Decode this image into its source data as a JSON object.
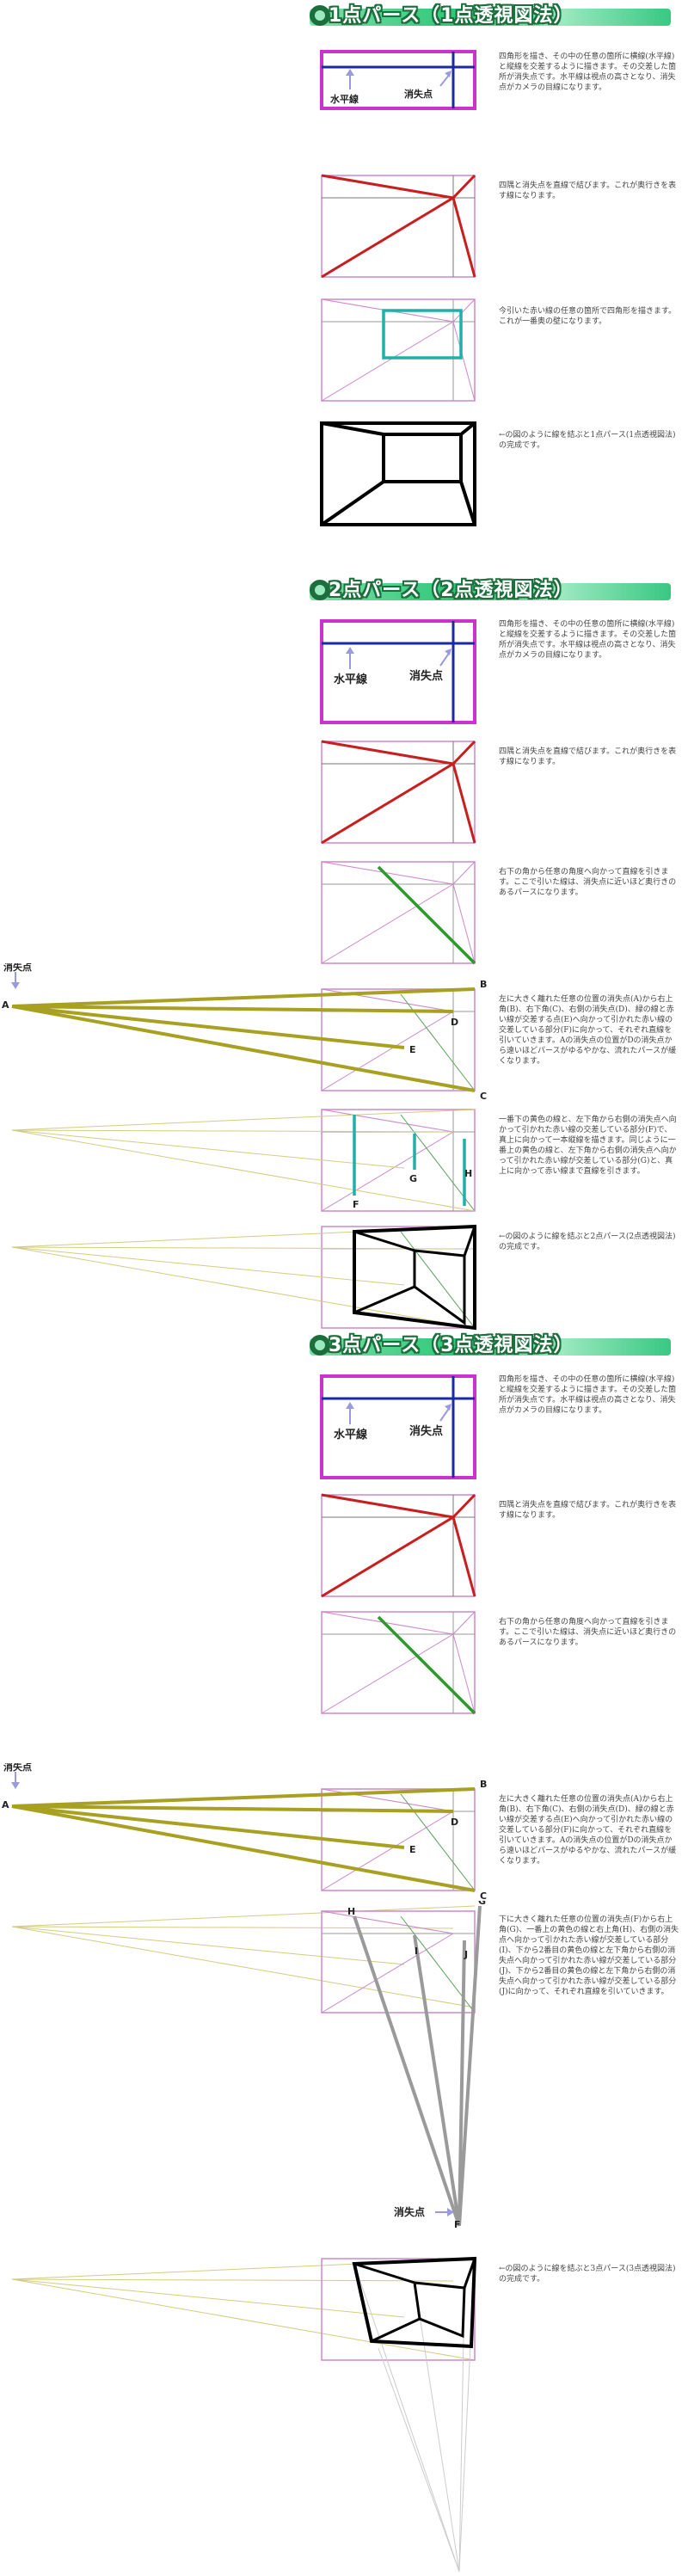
{
  "sections": [
    {
      "title": "1点パース（1点透視図法）"
    },
    {
      "title": "2点パース（2点透視図法）"
    },
    {
      "title": "3点パース（3点透視図法）"
    }
  ],
  "labels": {
    "horizon": "水平線",
    "vanishing_point": "消失点"
  },
  "one_point": {
    "steps": [
      "四角形を描き、その中の任意の箇所に横線(水平線)と縦線を交差するように描きます。その交差した箇所が消失点です。水平線は視点の高さとなり、消失点がカメラの目線になります。",
      "四隅と消失点を直線で結びます。これが奥行きを表す線になります。",
      "今引いた赤い線の任意の箇所で四角形を描きます。これが一番奥の壁になります。",
      "←の図のように線を結ぶと1点パース(1点透視図法)の完成です。"
    ]
  },
  "two_point": {
    "steps": [
      "四角形を描き、その中の任意の箇所に横線(水平線)と縦線を交差するように描きます。その交差した箇所が消失点です。水平線は視点の高さとなり、消失点がカメラの目線になります。",
      "四隅と消失点を直線で結びます。これが奥行きを表す線になります。",
      "右下の角から任意の角度へ向かって直線を引きます。ここで引いた線は、消失点に近いほど奥行きのあるパースになります。",
      "左に大きく離れた任意の位置の消失点(A)から右上角(B)、右下角(C)、右側の消失点(D)、緑の線と赤い線が交差する点(E)へ向かって引かれた赤い線の交差している部分(F)に向かって、それぞれ直線を引いていきます。Aの消失点の位置がDの消失点から遠いほどパースがゆるやかな、流れたパースが緩くなります。",
      "一番下の黄色の線と、左下角から右側の消失点へ向かって引かれた赤い線の交差している部分(F)で、真上に向かって一本縦線を描きます。同じように一番上の黄色の線と、左下角から右側の消失点へ向かって引かれた赤い線が交差している部分(G)と、真上に向かって赤い線まで直線を引きます。",
      "←の図のように線を結ぶと2点パース(2点透視図法)の完成です。"
    ],
    "points": {
      "A": "A",
      "B": "B",
      "C": "C",
      "D": "D",
      "E": "E",
      "F": "F",
      "G": "G",
      "H": "H"
    }
  },
  "three_point": {
    "steps": [
      "四角形を描き、その中の任意の箇所に横線(水平線)と縦線を交差するように描きます。その交差した箇所が消失点です。水平線は視点の高さとなり、消失点がカメラの目線になります。",
      "四隅と消失点を直線で結びます。これが奥行きを表す線になります。",
      "右下の角から任意の角度へ向かって直線を引きます。ここで引いた線は、消失点に近いほど奥行きのあるパースになります。",
      "左に大きく離れた任意の位置の消失点(A)から右上角(B)、右下角(C)、右側の消失点(D)、緑の線と赤い線が交差する点(E)へ向かって引かれた赤い線の交差している部分(F)に向かって、それぞれ直線を引いていきます。Aの消失点の位置がDの消失点から遠いほどパースがゆるやかな、流れたパースが緩くなります。",
      "下に大きく離れた任意の位置の消失点(F)から右上角(G)、一番上の黄色の線と右上角(H)、右側の消失点へ向かって引かれた赤い線が交差している部分(I)、下から2番目の黄色の線と左下角から右側の消失点へ向かって引かれた赤い線が交差している部分(J)、下から2番目の黄色の線と左下角から右側の消失点へ向かって引かれた赤い線が交差している部分(J)に向かって、それぞれ直線を引いていきます。",
      "←の図のように線を結ぶと3点パース(3点透視図法)の完成です。"
    ],
    "points": {
      "A": "A",
      "B": "B",
      "C": "C",
      "D": "D",
      "E": "E",
      "F": "F",
      "G": "G",
      "H": "H",
      "I": "I",
      "J": "J"
    }
  }
}
